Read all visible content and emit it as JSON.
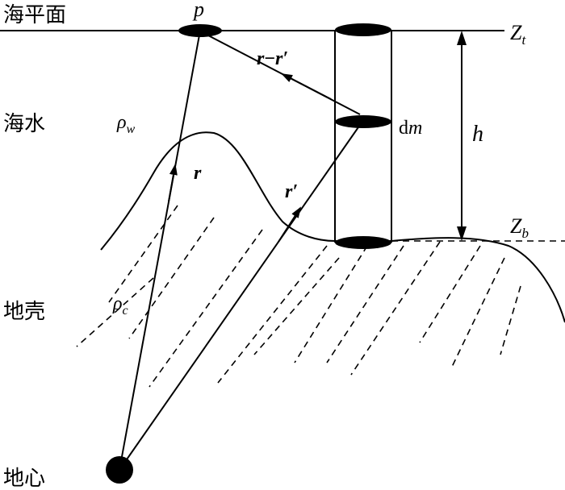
{
  "labels": {
    "sea_surface": "海平面",
    "seawater": "海水",
    "crust": "地壳",
    "earth_center": "地心",
    "point_p": "p",
    "z_top": "Z",
    "z_top_sub": "t",
    "z_bottom": "Z",
    "z_bottom_sub": "b",
    "h": "h",
    "rho": "ρ",
    "rho_w_sub": "w",
    "rho_c_sub": "c",
    "vec_r": "r",
    "vec_r_prime": "r′",
    "vec_r_minus": "r",
    "vec_r_minus_dash": "−",
    "vec_r_minus_rprime": "r′",
    "dm_d": "d",
    "dm_m": "m"
  }
}
